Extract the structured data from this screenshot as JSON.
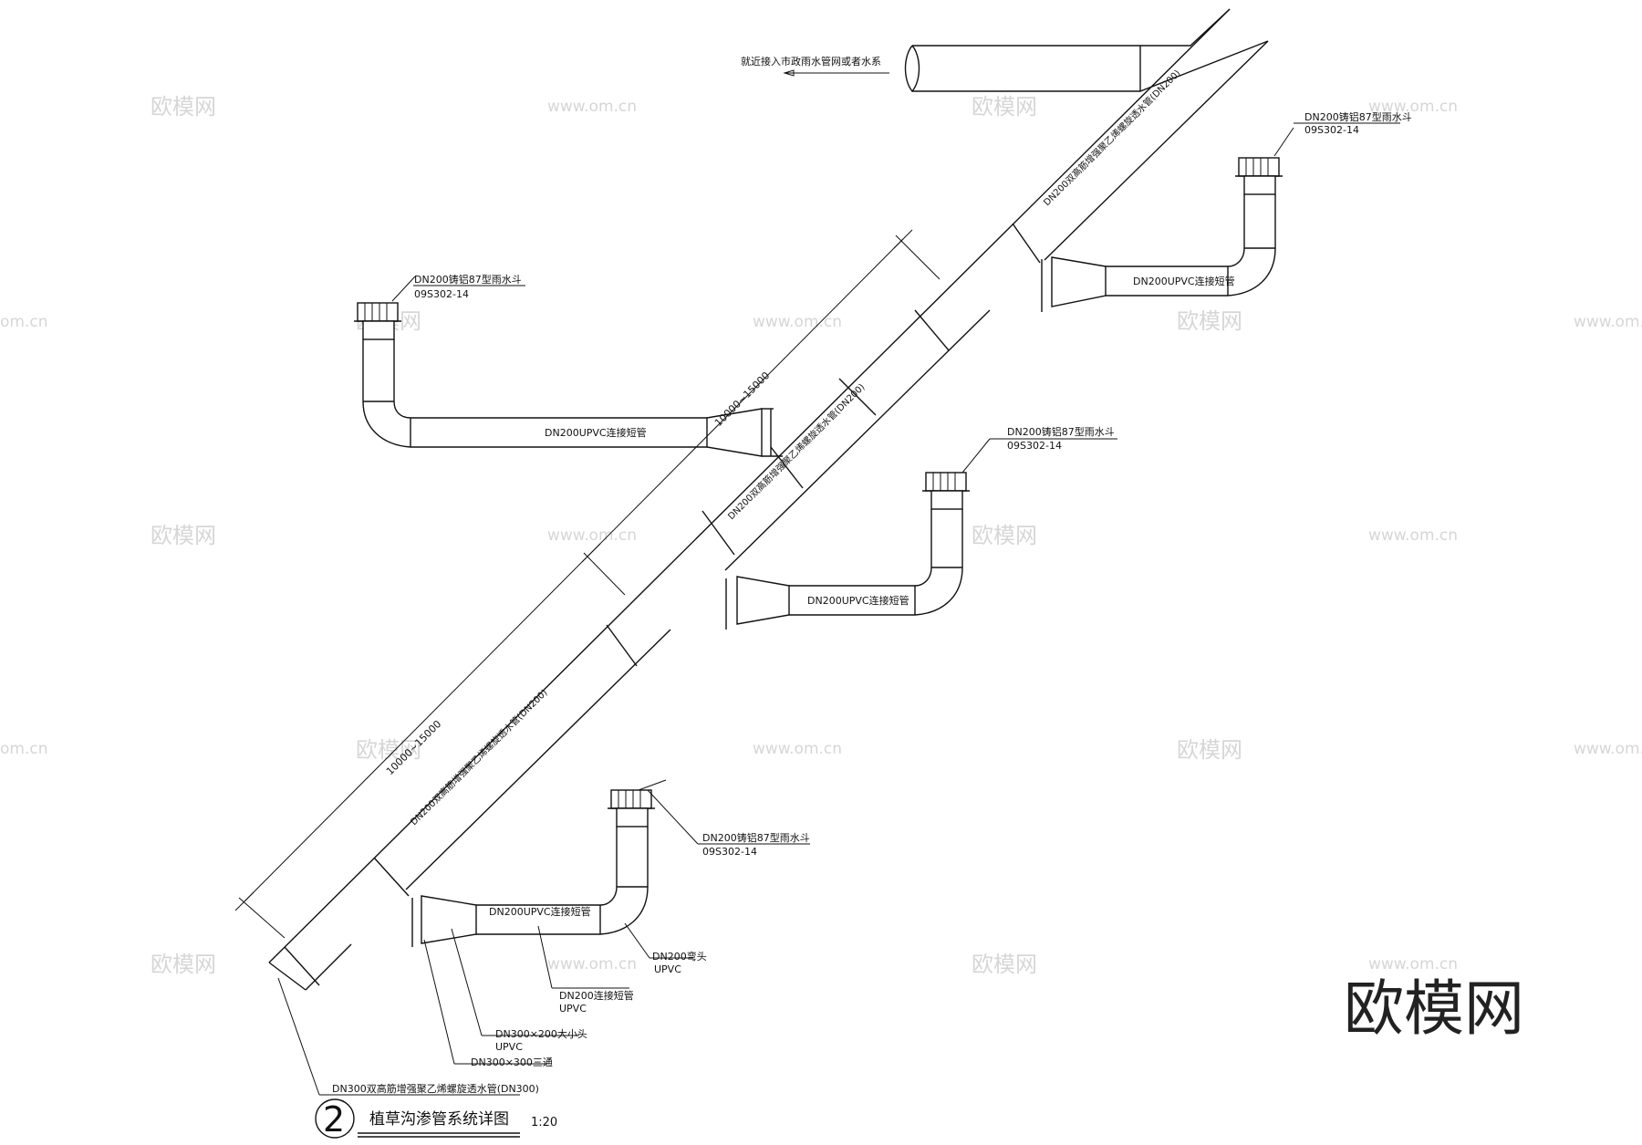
{
  "labels": {
    "outlet_note": "就近接入市政雨水管网或者水系",
    "main_pipe_upper": "DN200双高筋增强聚乙烯螺旋透水管(DN200)",
    "main_pipe_middle": "DN200双高筋增强聚乙烯螺旋透水管(DN200)",
    "main_pipe_lower": "DN200双高筋增强聚乙烯螺旋透水管(DN200)",
    "dim_upper": "10000~15000",
    "dim_lower": "10000~15000",
    "short_pipe_1": "DN200UPVC连接短管",
    "short_pipe_2": "DN200UPVC连接短管",
    "short_pipe_3": "DN200UPVC连接短管",
    "short_pipe_4": "DN200UPVC连接短管",
    "drain_1": {
      "name": "DN200铸铝87型雨水斗",
      "code": "09S302-14"
    },
    "drain_2": {
      "name": "DN200铸铝87型雨水斗",
      "code": "09S302-14"
    },
    "drain_3": {
      "name": "DN200铸铝87型雨水斗",
      "code": "09S302-14"
    },
    "drain_4": {
      "name": "DN200铸铝87型雨水斗",
      "code": "09S302-14"
    },
    "elbow": {
      "name": "DN200弯头",
      "mat": "UPVC"
    },
    "connector": {
      "name": "DN200连接短管",
      "mat": "UPVC"
    },
    "reducer": {
      "name": "DN300×200大小头",
      "mat": "UPVC"
    },
    "tee": "DN300×300三通",
    "main_pipe_dn300": "DN300双高筋增强聚乙烯螺旋透水管(DN300)"
  },
  "title": {
    "number": "2",
    "text": "植草沟渗管系统详图",
    "scale": "1:20"
  },
  "watermark": {
    "brand": "欧模网",
    "url": "www.om.cn",
    "url_fragment": "om.cn"
  },
  "brand_logo": "欧模网"
}
